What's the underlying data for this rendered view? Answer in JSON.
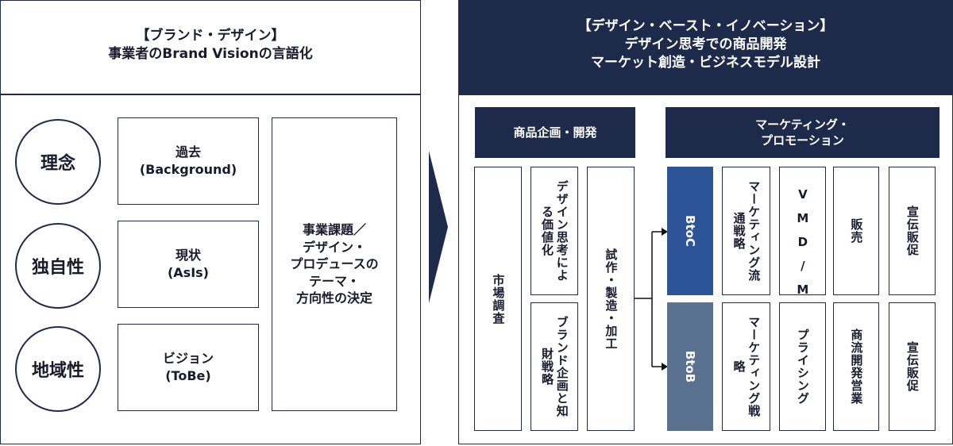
{
  "left": {
    "header": "【ブランド・デザイン】\n事業者のBrand Visionの言語化",
    "circles": [
      "理念",
      "独自性",
      "地域性"
    ],
    "time_boxes": [
      "過去\n(Background)",
      "現状\n(AsIs)",
      "ビジョン\n(ToBe)"
    ],
    "decision": "事業課題／\nデザイン・\nプロデュースの\nテーマ・\n方向性の決定"
  },
  "right": {
    "header": "【デザイン・ベースト・イノベーション】\nデザイン思考での商品開発\nマーケット創造・ビジネスモデル設計",
    "product_header": "商品企画・開発",
    "marketing_header": "マーケティング・\nプロモーション",
    "market_research": "市場調査",
    "value_design": "デザイン思考による価値化",
    "brand_ip": "ブランド企画と知財戦略",
    "prototype": "試作・製造・加工",
    "btoc": "BtoC",
    "btob": "BtoB",
    "btoc_row": [
      "マーケティング流通戦略",
      "VMD/MD",
      "販売",
      "宣伝販促"
    ],
    "btob_row": [
      "マーケティング戦略",
      "プライシング",
      "商流開発営業",
      "宣伝販促"
    ]
  },
  "colors": {
    "navy": "#1e2a4a",
    "btoc": "#2b5597",
    "btob": "#5a7190"
  }
}
